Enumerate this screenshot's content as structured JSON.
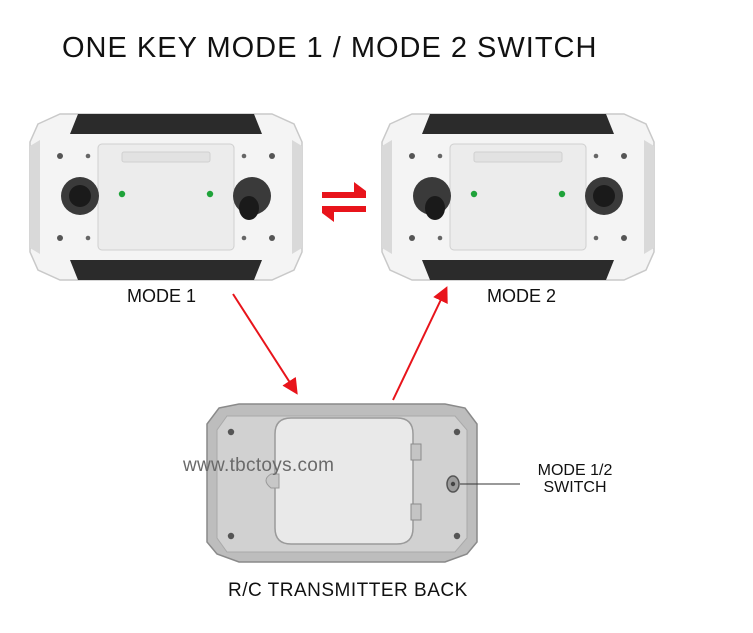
{
  "title": "ONE KEY MODE 1 / MODE 2 SWITCH",
  "labels": {
    "mode1": "MODE 1",
    "mode2": "MODE 2",
    "back": "R/C TRANSMITTER BACK",
    "switch_line1": "MODE 1/2",
    "switch_line2": "SWITCH"
  },
  "watermark": "www.tbctoys.com",
  "colors": {
    "arrow": "#e8141b",
    "body": "#f4f4f4",
    "grip": "#2b2b2b",
    "led": "#1fa33a",
    "back_body": "#bdbdbd"
  },
  "icons": [
    "swap-arrows-icon",
    "joystick-icon",
    "screw-icon",
    "led-icon",
    "switch-knob-icon"
  ]
}
